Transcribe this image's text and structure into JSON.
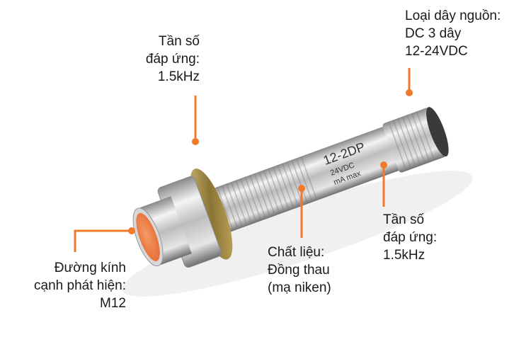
{
  "colors": {
    "accent": "#f07a2a",
    "text": "#1a1a1a"
  },
  "labels": {
    "response_freq_top": {
      "lines": [
        "Tần số",
        "đáp ứng:",
        "1.5kHz"
      ]
    },
    "power_type": {
      "lines": [
        "Loại dây nguồn:",
        "DC 3 dây",
        "12-24VDC"
      ]
    },
    "response_freq_right": {
      "lines": [
        "Tần số",
        "đáp ứng:",
        "1.5kHz"
      ]
    },
    "material": {
      "lines": [
        "Chất liệu:",
        "Đồng thau",
        "(mạ niken)"
      ]
    },
    "detection_diameter": {
      "lines": [
        "Đường kính",
        "cạnh phát hiện:",
        "M12"
      ]
    }
  },
  "product_marking": {
    "lines": [
      "12-2DP",
      "24VDC",
      "mA max"
    ]
  }
}
